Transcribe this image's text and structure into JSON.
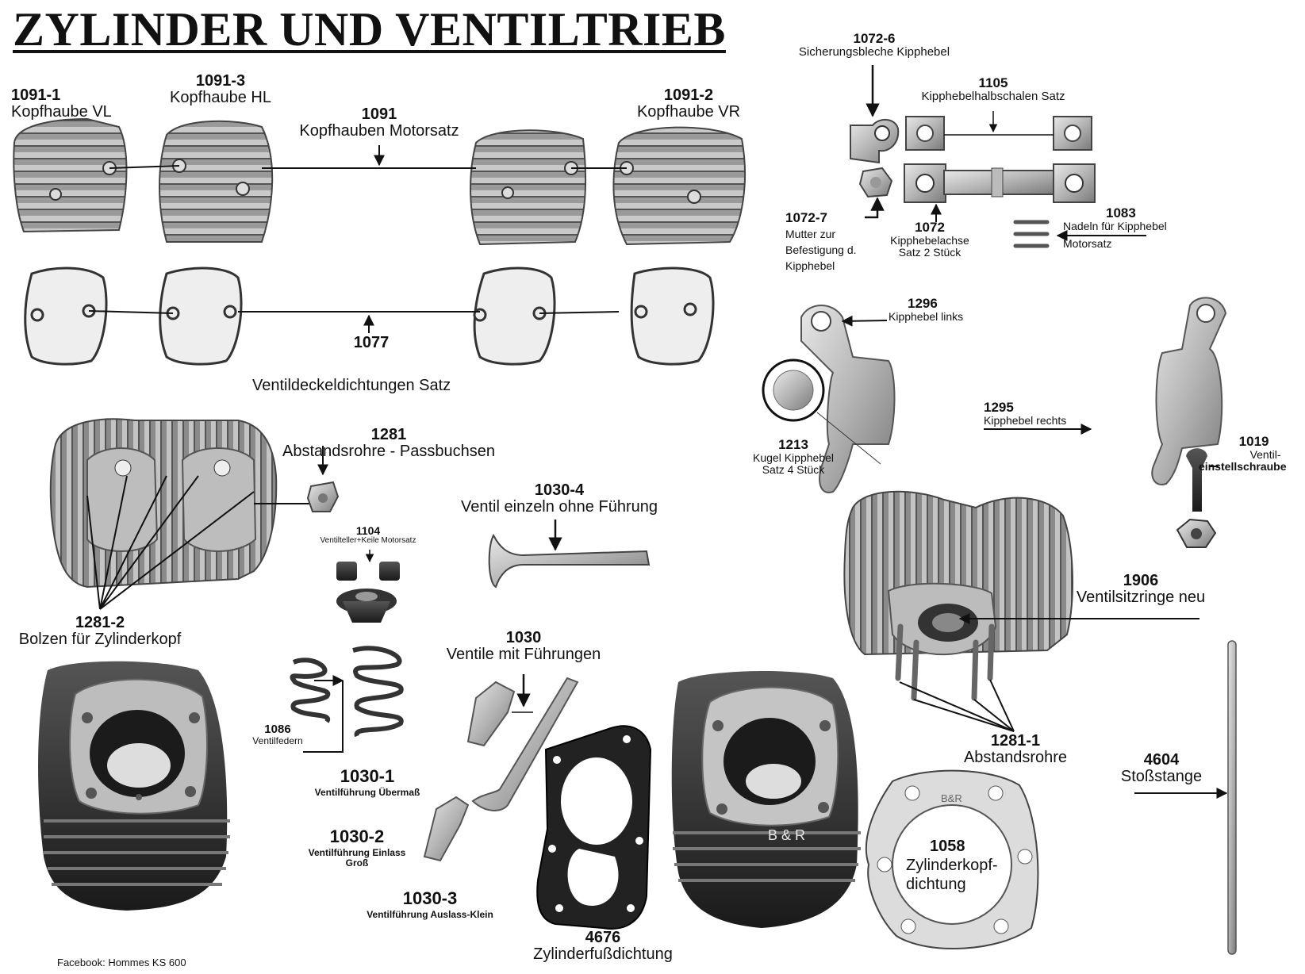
{
  "title": "ZYLINDER UND VENTILTRIEB",
  "parts": {
    "p1091_1": {
      "number": "1091-1",
      "name": "Kopfhaube VL"
    },
    "p1091_3": {
      "number": "1091-3",
      "name": "Kopfhaube HL"
    },
    "p1091": {
      "number": "1091",
      "name": "Kopfhauben Motorsatz"
    },
    "p1091_2": {
      "number": "1091-2",
      "name": "Kopfhaube VR"
    },
    "p1077": {
      "number": "1077",
      "name": "Ventildeckeldichtungen Satz"
    },
    "p1072_6": {
      "number": "1072-6",
      "name": "Sicherungsbleche Kipphebel"
    },
    "p1105": {
      "number": "1105",
      "name": "Kipphebelhalbschalen Satz"
    },
    "p1072_7": {
      "number": "1072-7",
      "name_lines": [
        "Mutter zur",
        "Befestigung d.",
        "Kipphebel"
      ]
    },
    "p1072": {
      "number": "1072",
      "name_lines": [
        "Kipphebelachse",
        "Satz 2 Stück"
      ]
    },
    "p1083": {
      "number": "1083",
      "name_lines": [
        "Nadeln für Kipphebel",
        "Motorsatz"
      ]
    },
    "p1296": {
      "number": "1296",
      "name": "Kipphebel links"
    },
    "p1295": {
      "number": "1295",
      "name": "Kipphebel rechts"
    },
    "p1213": {
      "number": "1213",
      "name_lines": [
        "Kugel Kipphebel",
        "Satz 4 Stück"
      ]
    },
    "p1019": {
      "number": "1019",
      "name_lines": [
        "Ventil-",
        "einstellschraube"
      ]
    },
    "p1281": {
      "number": "1281",
      "name": "Abstandsrohre - Passbuchsen"
    },
    "p1104": {
      "number": "1104",
      "name": "Ventilteller+Keile Motorsatz"
    },
    "p1030_4": {
      "number": "1030-4",
      "name": "Ventil einzeln ohne Führung"
    },
    "p1281_2": {
      "number": "1281-2",
      "name": "Bolzen für Zylinderkopf"
    },
    "p1906": {
      "number": "1906",
      "name": "Ventilsitzringe neu"
    },
    "p1030": {
      "number": "1030",
      "name": "Ventile mit Führungen"
    },
    "p1086": {
      "number": "1086",
      "name": "Ventilfedern"
    },
    "p1030_1": {
      "number": "1030-1",
      "name": "Ventilführung Übermaß"
    },
    "p1030_2": {
      "number": "1030-2",
      "name_lines": [
        "Ventilführung Einlass",
        "Groß"
      ]
    },
    "p1030_3": {
      "number": "1030-3",
      "name": "Ventilführung Auslass-Klein"
    },
    "p1281_1": {
      "number": "1281-1",
      "name": "Abstandsrohre"
    },
    "p4604": {
      "number": "4604",
      "name": "Stoßstange"
    },
    "p1058": {
      "number": "1058",
      "name_lines": [
        "Zylinderkopf-",
        "dichtung"
      ]
    },
    "p4676": {
      "number": "4676",
      "name": "Zylinderfußdichtung"
    }
  },
  "stamps": {
    "cylinder_mark": "B & R",
    "gasket_mark": "B&R"
  },
  "credit": "Facebook: Hommes KS 600"
}
